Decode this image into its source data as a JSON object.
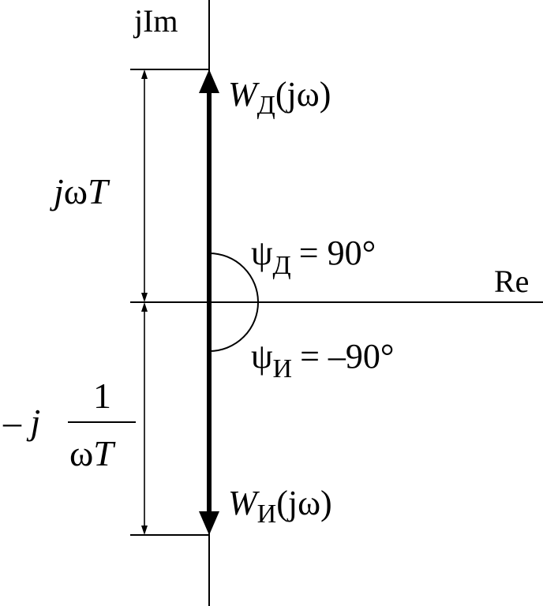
{
  "axes": {
    "imag_label": "jIm",
    "real_label": "Re"
  },
  "vectors": {
    "differentiator": {
      "symbol": "W",
      "subscript": "Д",
      "argument": "(jω)"
    },
    "integrator": {
      "symbol": "W",
      "subscript": "И",
      "argument": "(jω)"
    }
  },
  "angles": {
    "differentiator": {
      "symbol": "ψ",
      "subscript": "Д",
      "value": "= 90°"
    },
    "integrator": {
      "symbol": "ψ",
      "subscript": "И",
      "value": "= –90°"
    }
  },
  "dimensions": {
    "upper": {
      "j": "j",
      "omega": "ω",
      "T": "T"
    },
    "lower": {
      "minus_j": "– j",
      "numerator": "1",
      "denominator_omega": "ω",
      "denominator_T": "T"
    }
  }
}
